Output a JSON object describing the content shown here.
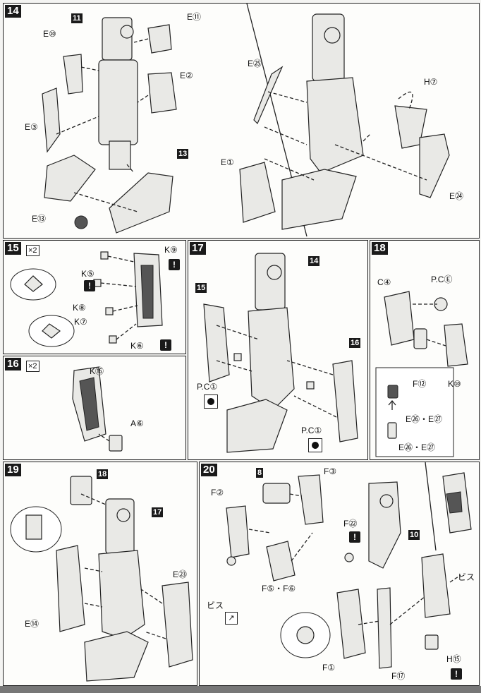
{
  "steps": {
    "s14": {
      "no": "14",
      "labels": {
        "e11": "E⑪",
        "e10": "E⑩",
        "e2": "E②",
        "e3": "E③",
        "e13": "E⑬",
        "e25": "E㉕",
        "h7": "H⑦",
        "e1": "E①",
        "e24": "E㉔"
      },
      "refs": {
        "r11": "11",
        "r13": "13"
      }
    },
    "s15": {
      "no": "15",
      "multiplier": "×2",
      "labels": {
        "k9": "K⑨",
        "k5": "K⑤",
        "k8": "K⑧",
        "k7": "K⑦",
        "k6": "K⑥"
      }
    },
    "s16": {
      "no": "16",
      "multiplier": "×2",
      "labels": {
        "k16": "K⑯",
        "a6": "A⑥"
      }
    },
    "s17": {
      "no": "17",
      "labels": {
        "pc1a": "P.C①",
        "pc1b": "P.C①"
      },
      "refs": {
        "r14": "14",
        "r15": "15",
        "r16": "16"
      }
    },
    "s18": {
      "no": "18",
      "labels": {
        "c4": "C④",
        "pce": "P.CⒺ",
        "k10": "K⑩",
        "f12": "F⑫",
        "e26e27a": "E㉖・E㉗",
        "e26e27b": "E㉖・E㉗"
      }
    },
    "s19": {
      "no": "19",
      "labels": {
        "e14": "E⑭",
        "e23": "E㉓"
      },
      "refs": {
        "r17": "17",
        "r18": "18"
      }
    },
    "s20": {
      "no": "20",
      "labels": {
        "f3": "F③",
        "f2": "F②",
        "f22": "F㉒",
        "f5f6": "F⑤・F⑥",
        "bis1": "ビス",
        "bis2": "ビス",
        "f1": "F①",
        "f17": "F⑰",
        "h15": "H⑮"
      },
      "refs": {
        "r8": "8",
        "r10": "10"
      }
    }
  },
  "warning_mark": "!",
  "icons": [
    "warning-icon",
    "screw-icon",
    "hole-icon",
    "arrow-icon"
  ]
}
